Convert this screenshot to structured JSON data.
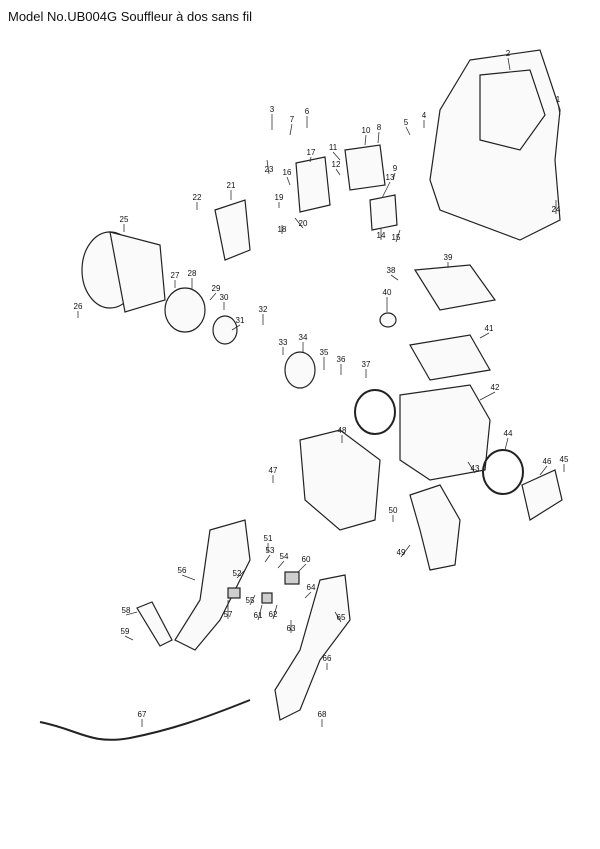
{
  "title": "Model No.UB004G Souffleur à dos sans fil",
  "part_numbers": [
    "1",
    "2",
    "3",
    "4",
    "5",
    "6",
    "7",
    "8",
    "9",
    "10",
    "11",
    "12",
    "13",
    "14",
    "15",
    "16",
    "17",
    "18",
    "19",
    "20",
    "21",
    "22",
    "23",
    "24",
    "25",
    "26",
    "27",
    "28",
    "29",
    "30",
    "31",
    "32",
    "33",
    "34",
    "35",
    "36",
    "37",
    "38",
    "39",
    "40",
    "41",
    "42",
    "43",
    "44",
    "45",
    "46",
    "47",
    "48",
    "49",
    "50",
    "51",
    "52",
    "53",
    "54",
    "55",
    "56",
    "57",
    "58",
    "59",
    "60",
    "61",
    "62",
    "63",
    "64",
    "65",
    "66",
    "67",
    "68"
  ]
}
